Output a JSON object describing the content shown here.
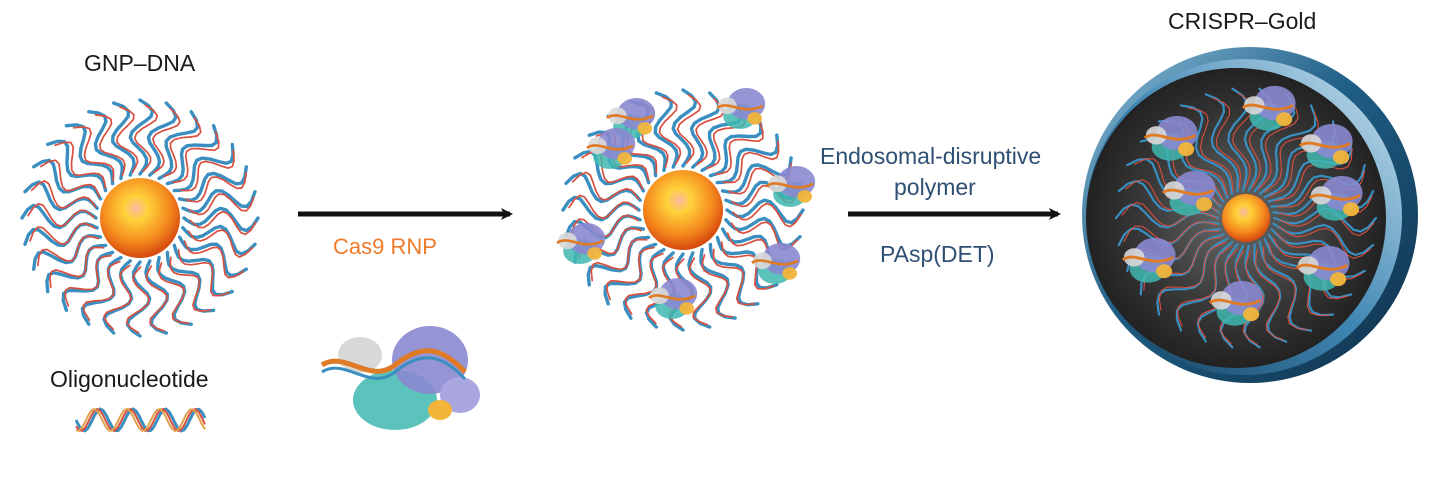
{
  "labels": {
    "gnp_dna": "GNP–DNA",
    "oligonucleotide": "Oligonucleotide",
    "cas9_rnp": "Cas9 RNP",
    "endosomal_line1": "Endosomal-disruptive",
    "endosomal_line2": "polymer",
    "pasp_det": "PAsp(DET)",
    "crispr_gold": "CRISPR–Gold"
  },
  "colors": {
    "arrow": "#111111",
    "cas9_text": "#f07a2a",
    "polymer_text": "#2f4f73",
    "gold_core_outer": "#e8641a",
    "gold_core_inner": "#ffd23a",
    "dna_strand": "#3a8fc0",
    "dna_base_red": "#d9503f",
    "protein_purple": "#8a88d0",
    "protein_teal": "#3fb7b0",
    "shell_dark": "#2b2b2b",
    "shell_rim": "#1f5e86"
  },
  "icons": [
    "gold-nanoparticle-icon",
    "dna-strand-icon",
    "cas9-rnp-icon",
    "crispr-gold-particle-icon"
  ]
}
